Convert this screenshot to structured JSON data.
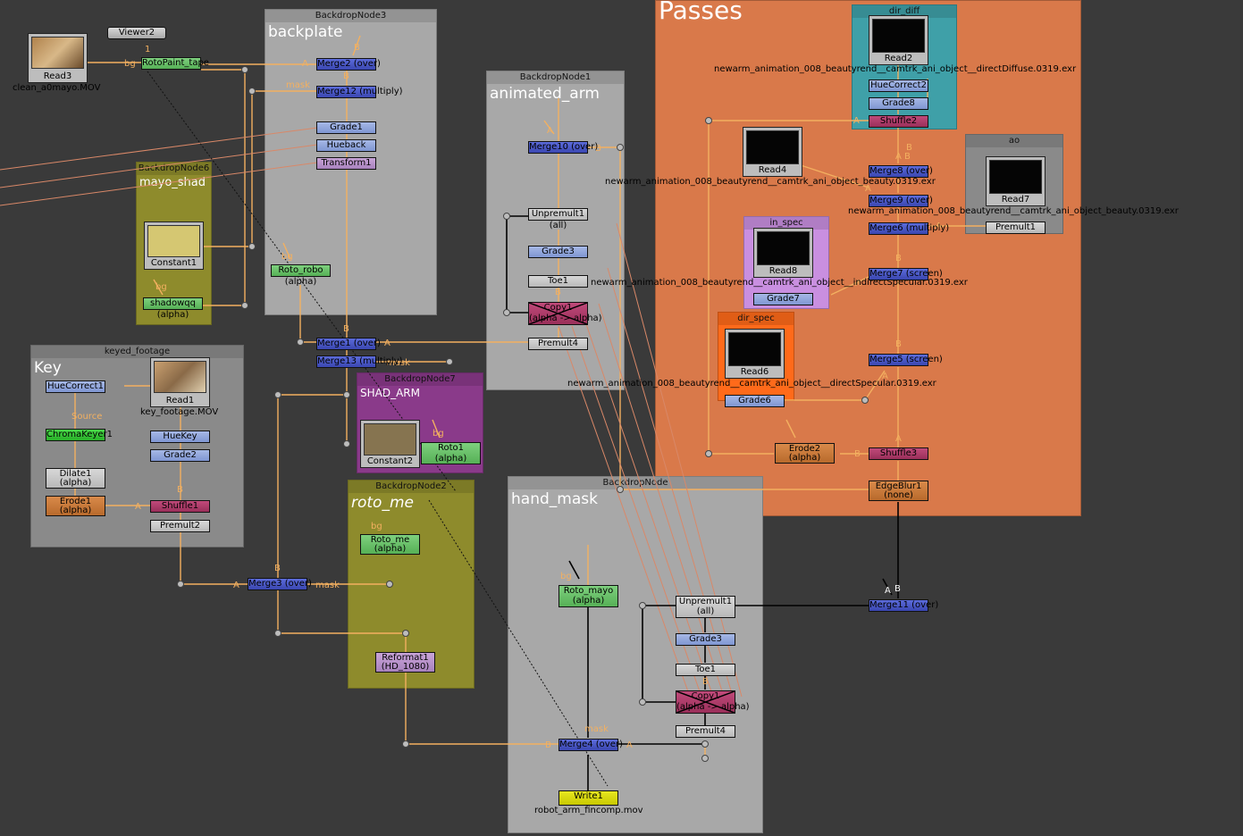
{
  "backdrops": {
    "bd3": {
      "title": "BackdropNode3",
      "label": "backplate"
    },
    "bd1": {
      "title": "BackdropNode1",
      "label": "animated_arm"
    },
    "bd6": {
      "title": "BackdropNode6",
      "label": "mayo_shad"
    },
    "keyed": {
      "title": "keyed_footage",
      "label": "Key"
    },
    "bd7": {
      "title": "BackdropNode7",
      "label": "SHAD_ARM"
    },
    "bd2": {
      "title": "BackdropNode2",
      "label": "roto_me"
    },
    "hand": {
      "title": "BackdropNode",
      "label": "hand_mask"
    },
    "passes": {
      "label": "Passes"
    },
    "dir_diff": {
      "title": "dir_diff"
    },
    "ao": {
      "title": "ao"
    },
    "in_spec": {
      "title": "in_spec"
    },
    "dir_spec": {
      "title": "dir_spec"
    }
  },
  "nodes": {
    "viewer2": "Viewer2",
    "read3": "Read3",
    "read3_file": "clean_a0mayo.MOV",
    "rotopaint_tape": "RotoPaint_tape",
    "merge2": "Merge2 (over)",
    "merge12": "Merge12 (multiply)",
    "grade1": "Grade1",
    "hueback": "Hueback",
    "transform1": "Transform1",
    "constant1": "Constant1",
    "shadowqq": "shadowqq",
    "shadowqq_sub": "(alpha)",
    "roto_robo": "Roto_robo",
    "roto_robo_sub": "(alpha)",
    "merge1": "Merge1 (over)",
    "merge13": "Merge13 (multiply)",
    "merge10": "Merge10 (over)",
    "unpremult1": "Unpremult1",
    "unpremult1_sub": "(all)",
    "grade3": "Grade3",
    "toe1": "Toe1",
    "copy1": "Copy1",
    "copy1_sub": "(alpha -> alpha)",
    "premult4": "Premult4",
    "huecorrect1": "HueCorrect1",
    "read1": "Read1",
    "read1_file": "key_footage.MOV",
    "source_label": "Source",
    "chromakeyer1": "ChromaKeyer1",
    "huekey": "HueKey",
    "grade2": "Grade2",
    "dilate1": "Dilate1",
    "dilate1_sub": "(alpha)",
    "erode1": "Erode1",
    "erode1_sub": "(alpha)",
    "shuffle1": "Shuffle1",
    "premult2": "Premult2",
    "constant2": "Constant2",
    "roto1": "Roto1",
    "roto1_sub": "(alpha)",
    "merge3": "Merge3 (over)",
    "roto_me": "Roto_me",
    "roto_me_sub": "(alpha)",
    "reformat1": "Reformat1",
    "reformat1_sub": "(HD_1080)",
    "roto_mayo": "Roto_mayo",
    "roto_mayo_sub": "(alpha)",
    "unpremult1b": "Unpremult1",
    "unpremult1b_sub": "(all)",
    "grade3b": "Grade3",
    "toe1b": "Toe1",
    "copy1b": "Copy1",
    "copy1b_sub": "(alpha -> alpha)",
    "premult4b": "Premult4",
    "merge4": "Merge4 (over)",
    "write1": "Write1",
    "write1_file": "robot_arm_fincomp.mov",
    "read2": "Read2",
    "huecorrect2": "HueCorrect2",
    "grade8": "Grade8",
    "shuffle2": "Shuffle2",
    "read4": "Read4",
    "merge8": "Merge8 (over)",
    "merge9": "Merge9 (over)",
    "merge6": "Merge6 (multiply)",
    "read7": "Read7",
    "premult1": "Premult1",
    "read8": "Read8",
    "grade7": "Grade7",
    "merge7": "Merge7 (screen)",
    "read6": "Read6",
    "grade6": "Grade6",
    "merge5": "Merge5 (screen)",
    "erode2": "Erode2",
    "erode2_sub": "(alpha)",
    "shuffle3": "Shuffle3",
    "edgeblur1": "EdgeBlur1",
    "edgeblur1_sub": "(none)",
    "merge11": "Merge11 (over)"
  },
  "paths": {
    "dir_diffuse": "newarm_animation_008_beautyrend__camtrk_ani_object__directDiffuse.0319.exr",
    "beauty_a": "newarm_animation_008_beautyrend__camtrk_ani_object_beauty.0319.exr",
    "beauty_b": "newarm_animation_008_beautyrend__camtrk_ani_object_beauty.0319.exr",
    "indirect_spec": "newarm_animation_008_beautyrend__camtrk_ani_object__indirectSpecular.0319.exr",
    "direct_spec": "newarm_animation_008_beautyrend__camtrk_ani_object__directSpecular.0319.exr"
  },
  "wire_labels": {
    "a": "A",
    "b": "B",
    "bg": "bg",
    "mask": "mask",
    "one": "1"
  },
  "colors": {
    "background": "#3a3a3a",
    "wire": "#f3b060",
    "passes": "#d9794a",
    "dir_diff": "#3fa0a8",
    "olive": "#8e8b2c",
    "shad_arm": "#8a3a8a",
    "in_spec": "#c98fe0",
    "dir_spec": "#ff6a1a"
  }
}
